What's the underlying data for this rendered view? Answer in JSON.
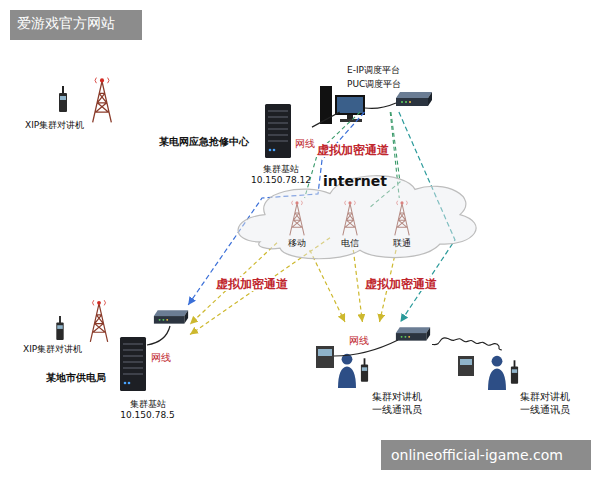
{
  "diagram": {
    "nodes": [
      {
        "text": [
          "E-IP调度平台 PUC调度平台"
        ]
      },
      {
        "text": [
          "集群基站",
          "10.150.78.12"
        ]
      },
      {
        "text": [
          "internet"
        ]
      },
      {
        "text": [
          "移动"
        ],
        "in": 2
      },
      {
        "text": [
          "电信"
        ],
        "in": 2
      },
      {
        "text": [
          "联通"
        ],
        "in": 2
      },
      {
        "text": [
          "集群基站",
          "10.150.78.5"
        ]
      },
      {
        "text": [
          "集群对讲机",
          "一线通讯员"
        ]
      },
      {
        "text": [
          "集群对讲机",
          "一线通讯员"
        ]
      }
    ],
    "edges": [
      {
        "from": 0,
        "to": 1,
        "arrow": "none"
      },
      {
        "from": 0,
        "to": 6,
        "arrow": "to"
      },
      {
        "from": 0,
        "to": 7,
        "arrow": "to"
      },
      {
        "from": 0,
        "to": 3,
        "arrow": "none"
      },
      {
        "from": 0,
        "to": 4,
        "arrow": "none"
      },
      {
        "from": 0,
        "to": 5,
        "arrow": "none"
      },
      {
        "from": 3,
        "to": 6,
        "arrow": "to"
      },
      {
        "from": 4,
        "to": 6,
        "arrow": "to"
      },
      {
        "from": 3,
        "to": 7,
        "arrow": "to"
      },
      {
        "from": 4,
        "to": 7,
        "arrow": "to"
      },
      {
        "from": 5,
        "to": 7,
        "arrow": "to"
      },
      {
        "from": 7,
        "to": 8,
        "arrow": "none"
      }
    ],
    "labels": [
      "爱游戏官方网站",
      "XIP集群对讲机",
      "网线",
      "某电网应急抢修中心",
      "虚拟加密通道",
      "虚拟加密通道",
      "虚拟加密通道",
      "XIP集群对讲机",
      "某地市供电局",
      "网线",
      "网线",
      "onlineofficial-igame.com"
    ]
  }
}
